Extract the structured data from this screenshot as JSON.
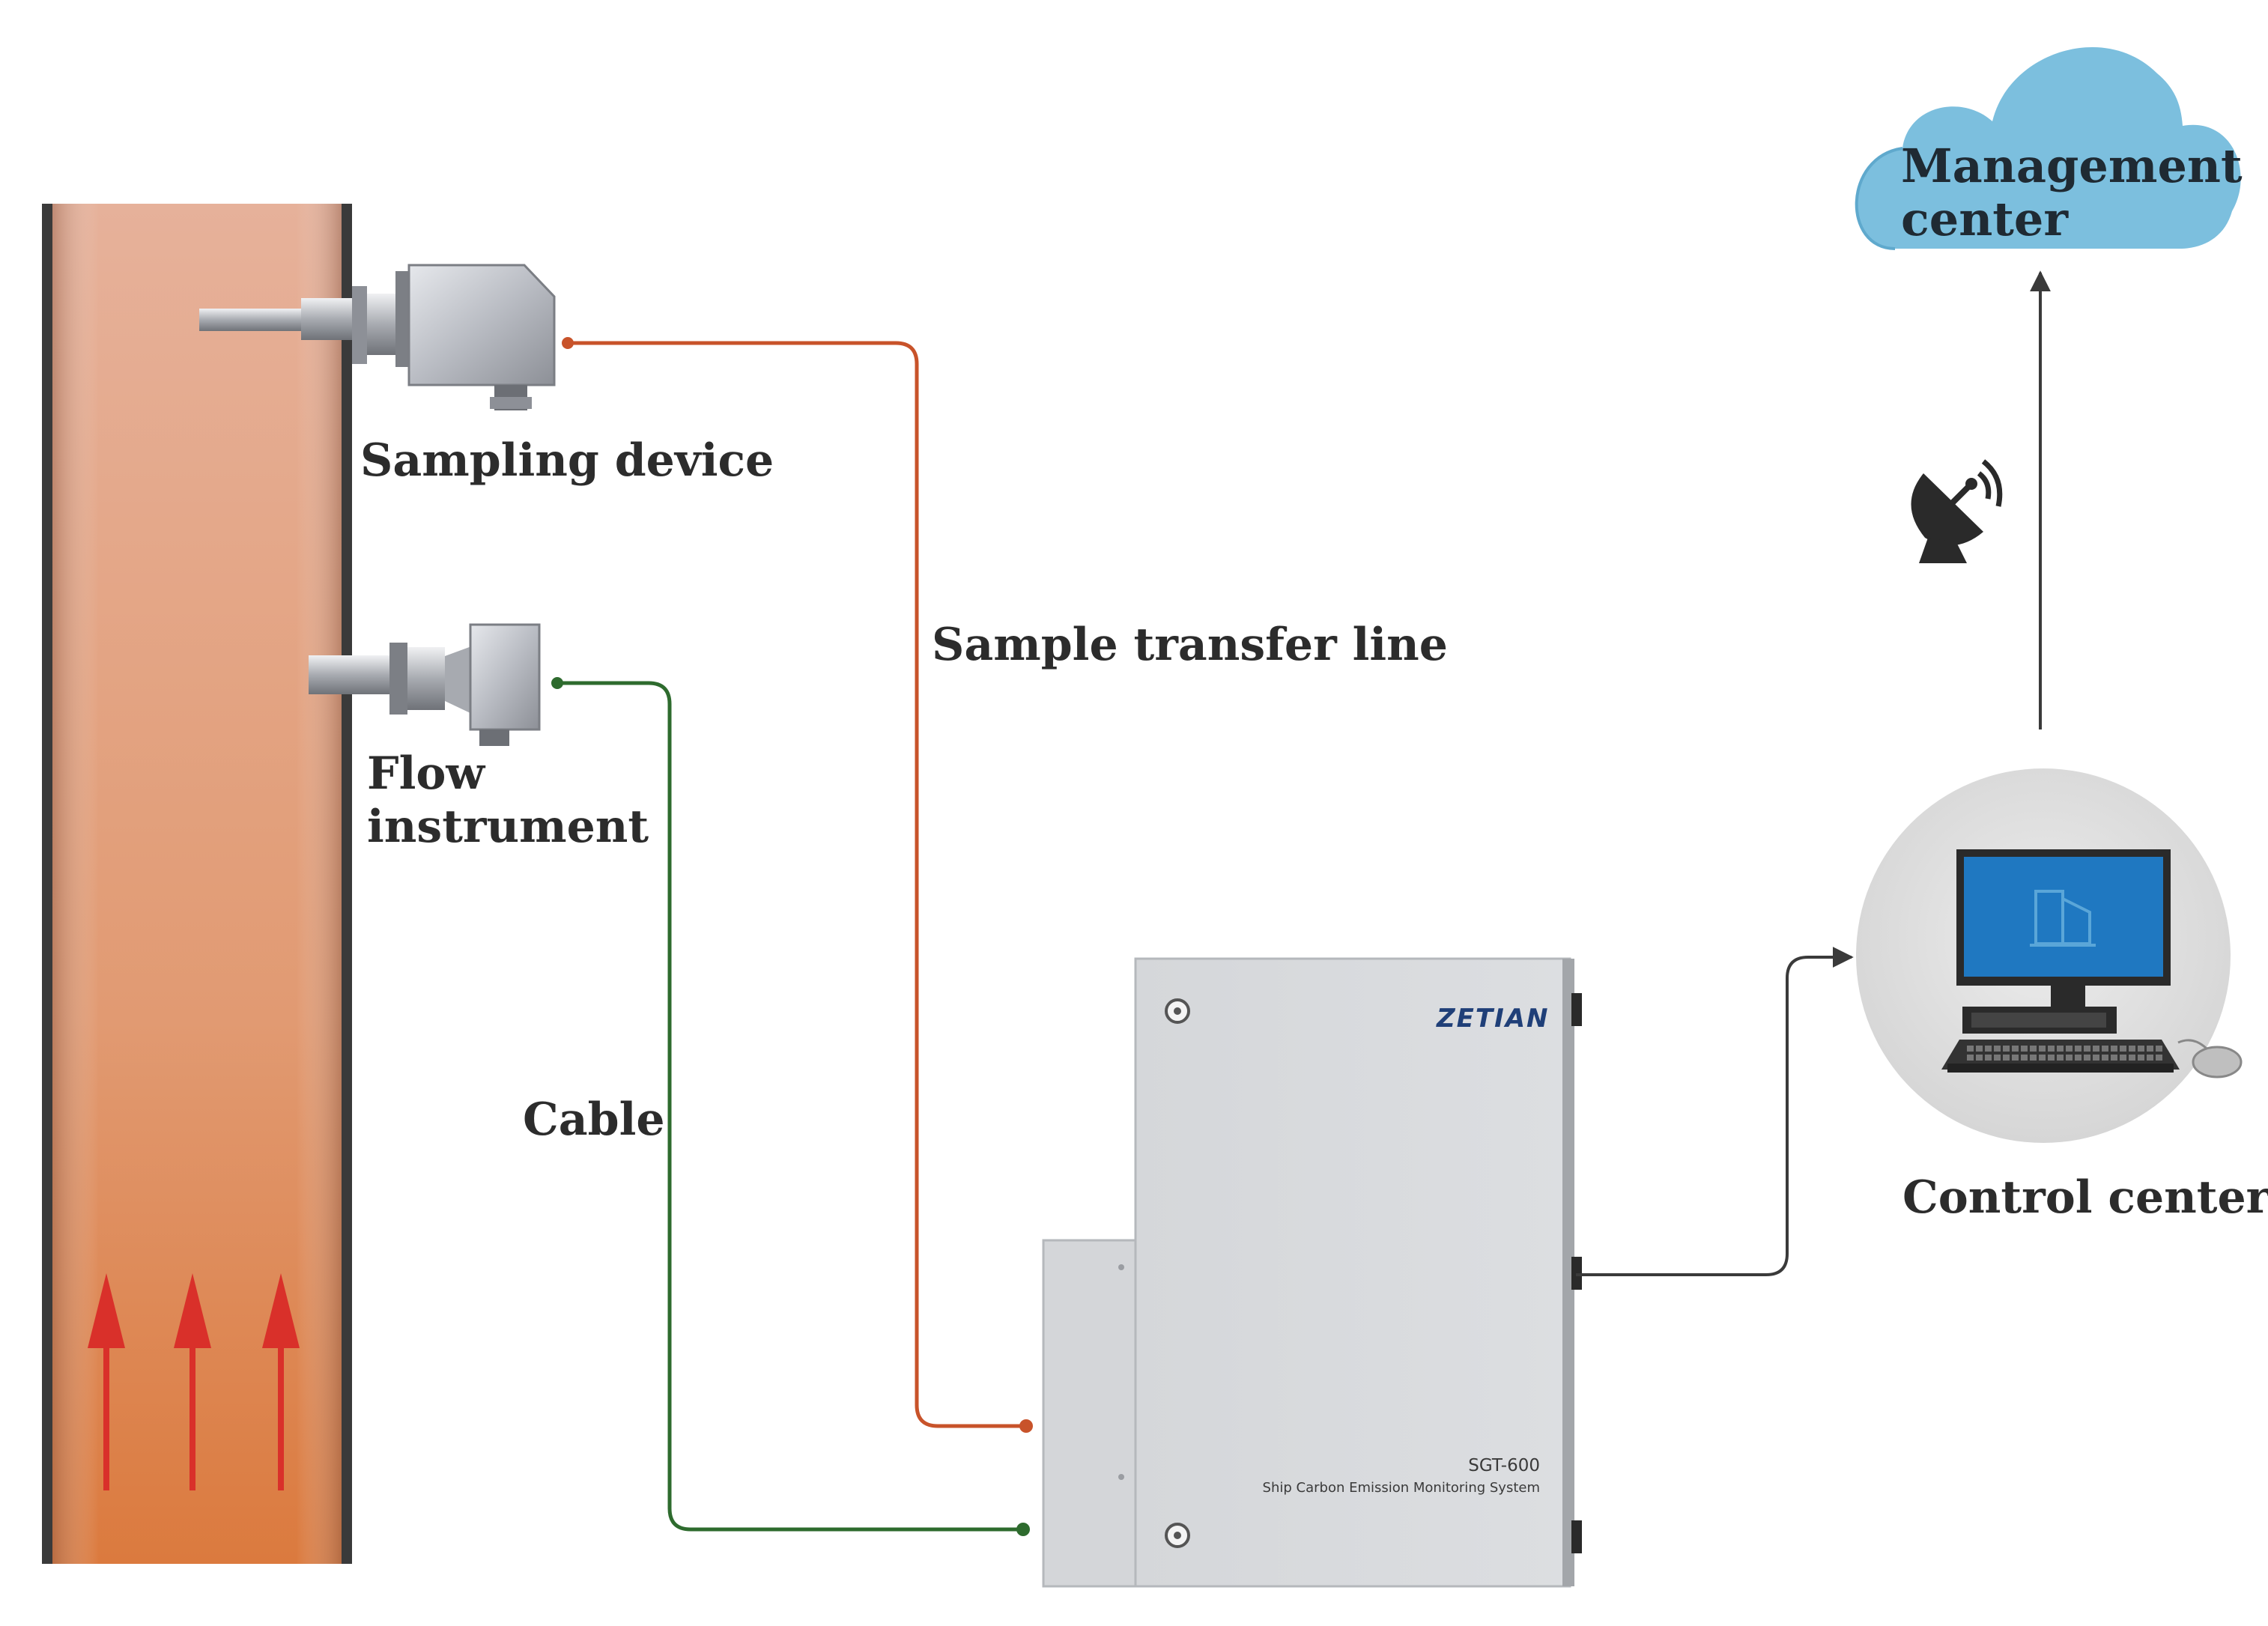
{
  "labels": {
    "sampling_device": "Sampling device",
    "flow_instrument_line1": "Flow",
    "flow_instrument_line2": "instrument",
    "sample_transfer_line": "Sample transfer line",
    "cable": "Cable",
    "control_center": "Control center",
    "management_center_line1": "Management",
    "management_center_line2": "center"
  },
  "cabinet": {
    "brand": "ZETIAN",
    "model": "SGT-600",
    "subtitle": "Ship Carbon Emission Monitoring System"
  },
  "icons": [
    "satellite-dish-icon",
    "computer-icon",
    "cloud-icon",
    "flow-arrow-icon"
  ],
  "colors": {
    "sample_transfer_line": "#c8532a",
    "cable": "#2e6b2e",
    "network_line": "#3a3a3a",
    "cloud": "#7cbfde",
    "chimney": "#d98a5e",
    "flow_arrows": "#d9302a"
  }
}
